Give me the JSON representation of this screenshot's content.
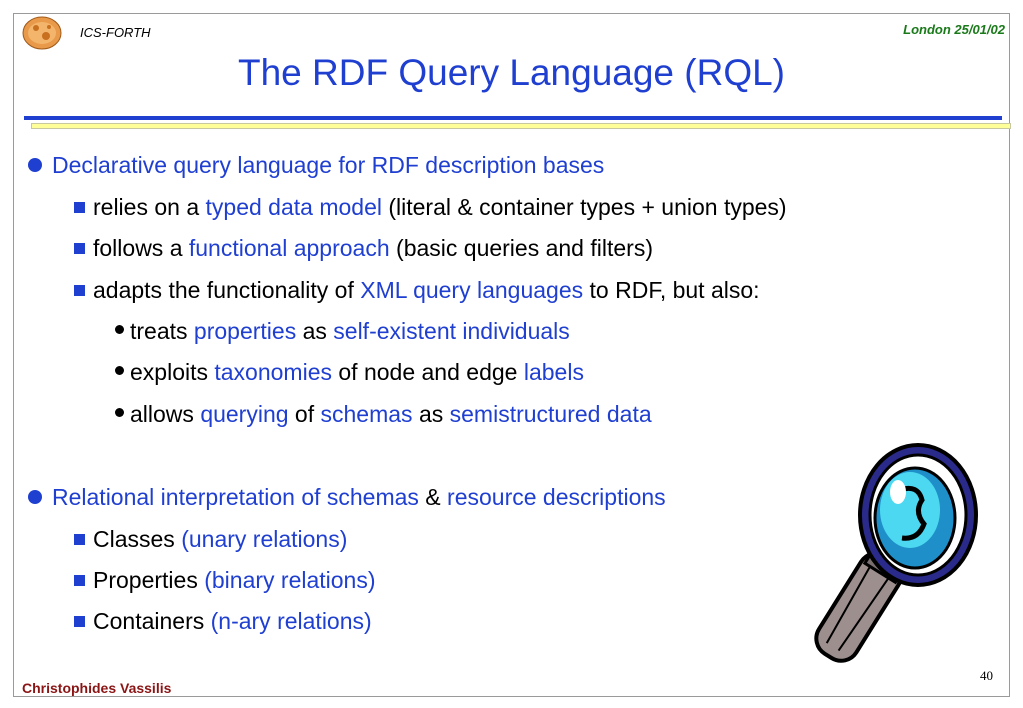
{
  "header": {
    "org": "ICS-FORTH",
    "date": "London 25/01/02",
    "title": "The RDF Query Language (RQL)",
    "logo_icon": "orange-globe-logo-icon"
  },
  "content": {
    "l1": {
      "t": "Declarative query language for RDF description bases"
    },
    "l2": {
      "a": "relies on a ",
      "b": "typed data model",
      "c": " (literal & container types + union types)"
    },
    "l3": {
      "a": "follows a ",
      "b": "functional approach",
      "c": " (basic queries and filters)"
    },
    "l4": {
      "a": "adapts the functionality of ",
      "b": "XML query languages",
      "c": " to RDF, but also:"
    },
    "l5": {
      "a": "treats ",
      "b": "properties",
      "c": " as ",
      "d": "self-existent individuals"
    },
    "l6": {
      "a": "exploits ",
      "b": "taxonomies",
      "c": " of node and edge ",
      "d": "labels"
    },
    "l7": {
      "a": "allows ",
      "b": "querying",
      "c": " of ",
      "d": "schemas",
      "e": " as ",
      "f": "semistructured data"
    },
    "l8": {
      "a": "Relational interpretation of schemas",
      "b": " & ",
      "c": "resource descriptions"
    },
    "l9": {
      "a": "Classes ",
      "b": "(unary relations)"
    },
    "l10": {
      "a": "Properties ",
      "b": "(binary relations)"
    },
    "l11": {
      "a": "Containers ",
      "b": "(n-ary relations)"
    }
  },
  "footer": {
    "author": "Christophides Vassilis",
    "page": "40"
  },
  "illustration": {
    "icon": "magnifying-glass-icon"
  },
  "colors": {
    "accent_blue": "#1f3fd1",
    "date_green": "#1a7a1a",
    "author_red": "#8b1414",
    "rule_yellow": "#ffff99"
  }
}
